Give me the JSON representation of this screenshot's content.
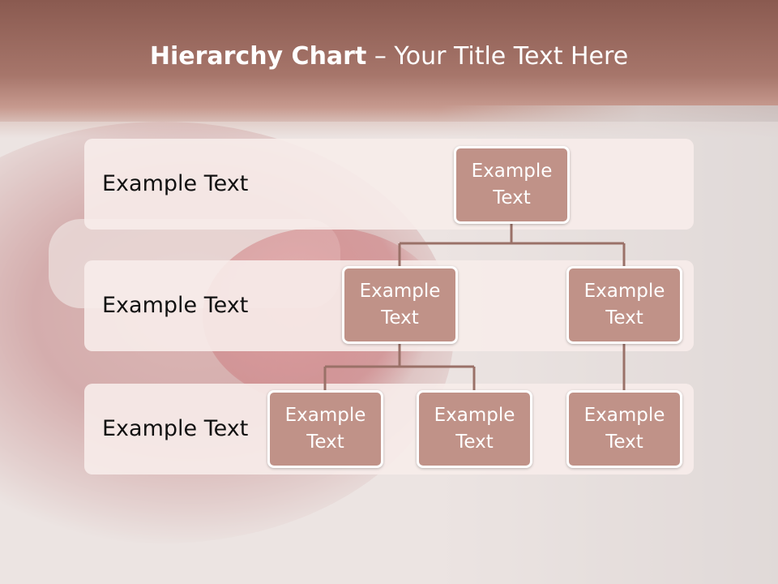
{
  "slide": {
    "title_bold": "Hierarchy Chart",
    "title_rest": " – Your Title Text Here"
  },
  "rows": [
    {
      "label": "Example Text"
    },
    {
      "label": "Example Text"
    },
    {
      "label": "Example Text"
    }
  ],
  "nodes": {
    "root": "Example Text",
    "level2_left": "Example Text",
    "level2_right": "Example Text",
    "level3_left": "Example Text",
    "level3_middle": "Example Text",
    "level3_right": "Example Text"
  },
  "colors": {
    "node_fill": "#c09288",
    "connector": "#9a7168",
    "band": "#f7ecea"
  }
}
